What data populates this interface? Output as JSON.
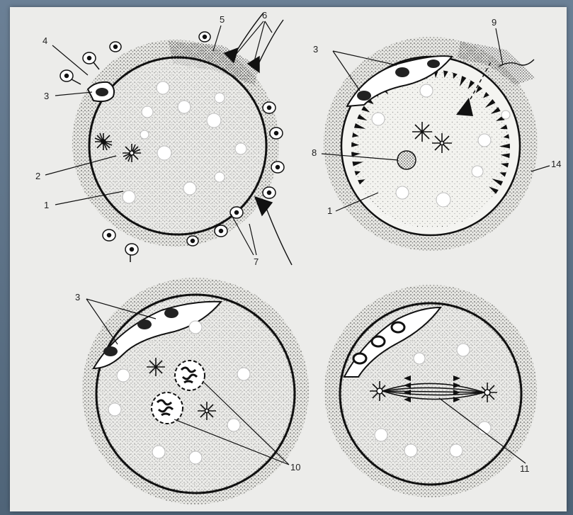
{
  "figure": {
    "panels": [
      {
        "id": "panel-1",
        "labels": [
          "1",
          "2",
          "3",
          "4",
          "5",
          "6",
          "7"
        ]
      },
      {
        "id": "panel-2",
        "labels": [
          "1",
          "3",
          "8",
          "9",
          "14"
        ]
      },
      {
        "id": "panel-3",
        "labels": [
          "3",
          "10"
        ]
      },
      {
        "id": "panel-4",
        "labels": [
          "11"
        ]
      }
    ]
  }
}
